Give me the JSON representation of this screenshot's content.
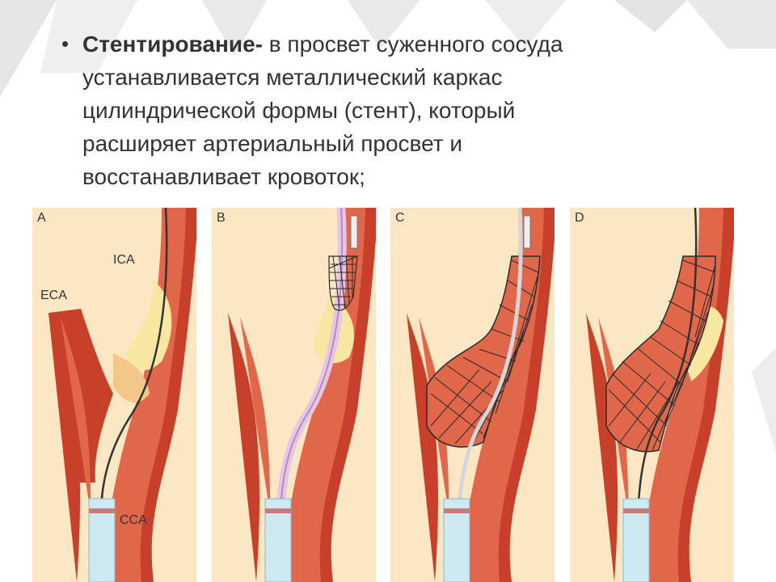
{
  "slide": {
    "bullet": {
      "term": "Стентирование-",
      "lines": [
        "в просвет суженного сосуда",
        "устанавливается металлический каркас",
        "цилиндрической формы (стент), который",
        "расширяет артериальный просвет и",
        "восстанавливает кровоток;"
      ]
    }
  },
  "figure": {
    "panels": [
      {
        "letter": "A",
        "labels": {
          "ica": "ICA",
          "eca": "ECA",
          "cca": "CCA"
        }
      },
      {
        "letter": "B"
      },
      {
        "letter": "C"
      },
      {
        "letter": "D"
      }
    ],
    "colors": {
      "background": "#fbe7c3",
      "vessel_outer": "#c8402a",
      "vessel_inner": "#e0674a",
      "plaque": "#f7e7a0",
      "catheter": "#cde9f2",
      "stent_mesh": "#2a2a2a",
      "balloon": "#e6c6e6"
    }
  }
}
